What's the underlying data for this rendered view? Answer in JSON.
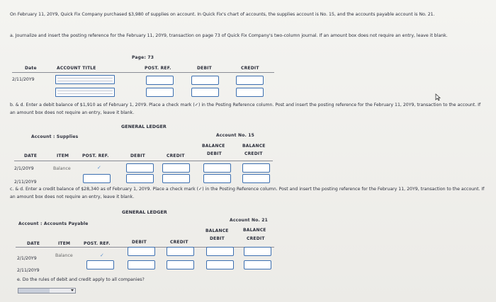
{
  "intro": "On February 11, 20Y9, Quick Fix Company purchased $3,980 of supplies on account. In Quick Fix's chart of accounts, the supplies account is No. 15, and the accounts payable account is No. 21.",
  "part_a": "a. Journalize and insert the posting reference for the February 11, 20Y9, transaction on page 73 of Quick Fix Company's two-column journal. If an amount box does not require an entry, leave it blank.",
  "journal": {
    "page_label": "Page: 73",
    "headers": {
      "date": "Date",
      "account_title": "ACCOUNT TITLE",
      "post_ref": "POST. REF.",
      "debit": "DEBIT",
      "credit": "CREDIT"
    },
    "date": "2/11/20Y9"
  },
  "part_bd": "b. & d. Enter a debit balance of $1,910 as of February 1, 20Y9. Place a check mark (✓) in the Posting Reference column. Post and insert the posting reference for the February 11, 20Y9, transaction to the account. If an amount box does not require an entry, leave it blank.",
  "supplies_ledger": {
    "title": "GENERAL LEDGER",
    "account": "Account : Supplies",
    "account_no": "Account No. 15",
    "headers": {
      "date": "DATE",
      "item": "ITEM",
      "post_ref": "POST. REF.",
      "debit": "DEBIT",
      "credit": "CREDIT",
      "balance": "BALANCE",
      "bal_debit": "DEBIT",
      "bal_credit": "CREDIT"
    },
    "rows": [
      {
        "date": "2/1/20Y9",
        "item": "Balance",
        "post_ref": "✓"
      },
      {
        "date": "2/11/20Y9",
        "item": ""
      }
    ]
  },
  "part_cd": "c. & d. Enter a credit balance of $28,340 as of February 1, 20Y9. Place a check mark (✓) in the Posting Reference column. Post and insert the posting reference for the February 11, 20Y9, transaction to the account. If an amount box does not require an entry, leave it blank.",
  "ap_ledger": {
    "title": "GENERAL LEDGER",
    "account": "Account : Accounts Payable",
    "account_no": "Account No. 21",
    "headers": {
      "date": "DATE",
      "item": "ITEM",
      "post_ref": "POST. REF.",
      "debit": "DEBIT",
      "credit": "CREDIT",
      "balance": "BALANCE",
      "bal_debit": "DEBIT",
      "bal_credit": "CREDIT"
    },
    "rows": [
      {
        "date": "2/1/20Y9",
        "item": "Balance",
        "post_ref": "✓"
      },
      {
        "date": "2/11/20Y9",
        "item": ""
      }
    ]
  },
  "part_e": "e. Do the rules of debit and credit apply to all companies?",
  "colors": {
    "input_border": "#3c6fb0",
    "text": "#2a2d3a",
    "check": "#5a8fcf"
  }
}
